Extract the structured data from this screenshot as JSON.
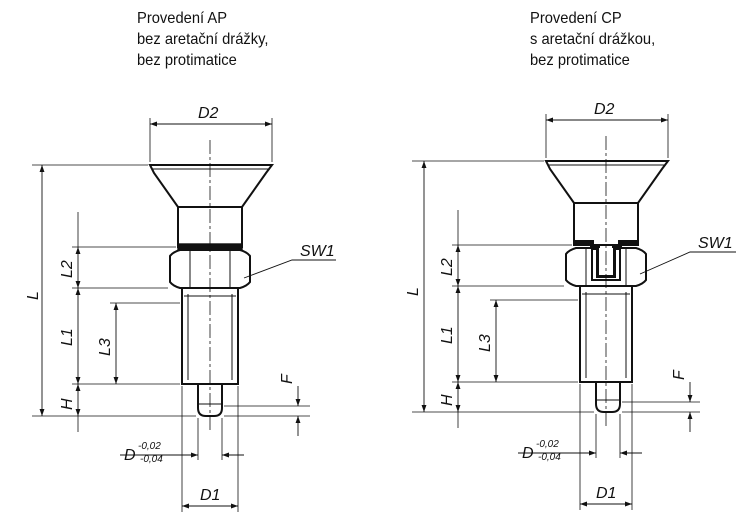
{
  "variants": [
    {
      "caption": [
        "Provedení AP",
        "bez aretační drážky,",
        "bez protimatice"
      ],
      "labels": {
        "d2": "D2",
        "l": "L",
        "l1": "L1",
        "l2": "L2",
        "l3": "L3",
        "h": "H",
        "f": "F",
        "sw1": "SW1",
        "d": "D",
        "d_tol_upper": "-0,02",
        "d_tol_lower": "-0,04",
        "d1": "D1"
      }
    },
    {
      "caption": [
        "Provedení CP",
        "s aretační drážkou,",
        "bez protimatice"
      ],
      "labels": {
        "d2": "D2",
        "l": "L",
        "l1": "L1",
        "l2": "L2",
        "l3": "L3",
        "h": "H",
        "f": "F",
        "sw1": "SW1",
        "d": "D",
        "d_tol_upper": "-0,02",
        "d_tol_lower": "-0,04",
        "d1": "D1"
      }
    }
  ]
}
